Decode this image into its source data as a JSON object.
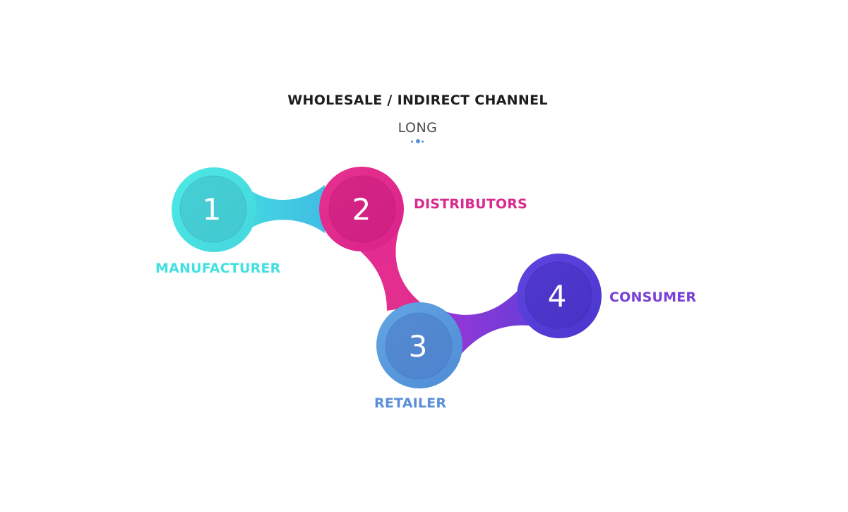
{
  "title": "WHOLESALE / INDIRECT CHANNEL",
  "subtitle": "LONG",
  "nodes": [
    {
      "number": "1",
      "label": "MANUFACTURER",
      "color": "#44e0e0"
    },
    {
      "number": "2",
      "label": "DISTRIBUTORS",
      "color": "#d9288e"
    },
    {
      "number": "3",
      "label": "RETAILER",
      "color": "#5a8fd8"
    },
    {
      "number": "4",
      "label": "CONSUMER",
      "color": "#7a3fd6"
    }
  ],
  "colors": {
    "accent_dots": "#5a8fd8",
    "title": "#1d1d1f",
    "subtitle": "#4a4a4f"
  }
}
